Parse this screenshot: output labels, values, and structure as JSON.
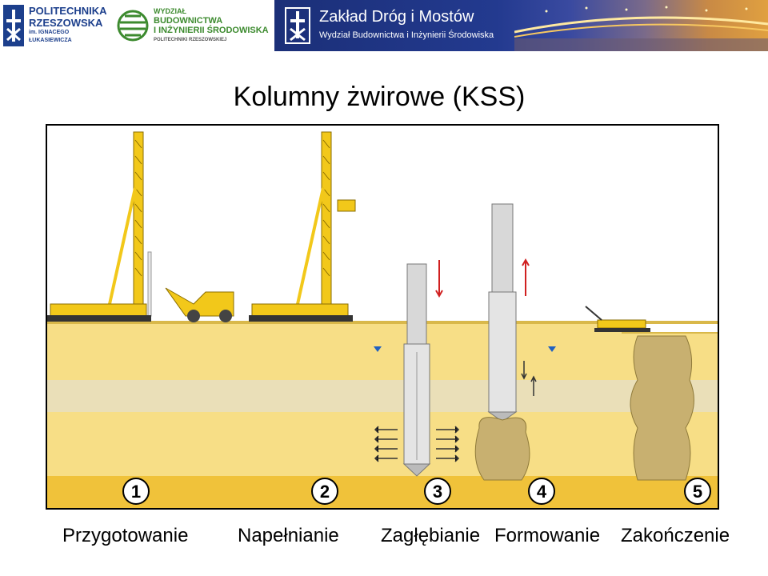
{
  "header": {
    "university": {
      "line1": "POLITECHNIKA",
      "line2": "RZESZOWSKA",
      "line3": "im. IGNACEGO ŁUKASIEWICZA"
    },
    "faculty": {
      "line1": "WYDZIAŁ",
      "line2": "BUDOWNICTWA",
      "line3": "I INŻYNIERII ŚRODOWISKA",
      "line4": "POLITECHNIKI RZESZOWSKIEJ"
    },
    "banner": {
      "title": "Zakład Dróg i Mostów",
      "subtitle": "Wydział Budownictwa i Inżynierii Środowiska"
    }
  },
  "slide": {
    "title": "Kolumny żwirowe (KSS)"
  },
  "figure": {
    "stage_numbers": [
      "1",
      "2",
      "3",
      "4",
      "5"
    ]
  },
  "stages": [
    "Przygotowanie",
    "Napełnianie",
    "Zagłębianie",
    "Formowanie",
    "Zakończenie"
  ],
  "colors": {
    "sky": "#ffffff",
    "soil": "#f5d97a",
    "soil_dark": "#f0c040",
    "clay_layer": "#e8dcb4",
    "machine": "#f2c81a",
    "pipe": "#d8d8d8",
    "gravel": "#c8b070"
  }
}
